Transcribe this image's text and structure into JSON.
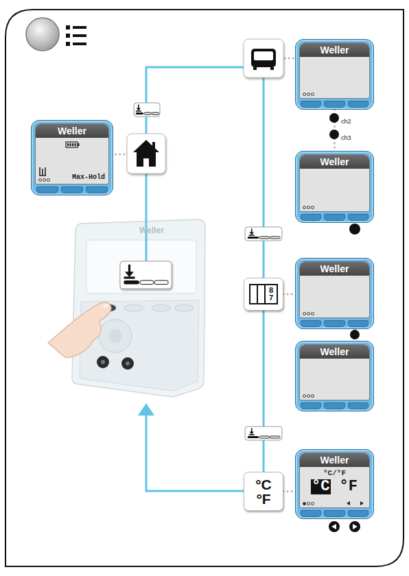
{
  "diagram": {
    "nodes": [
      {
        "text": [
          "Weller"
        ]
      },
      {
        "text": [
          "Weller",
          "Max-Hold"
        ]
      },
      {
        "text": [
          "Weller"
        ]
      },
      {
        "text": [
          "Weller"
        ]
      },
      {
        "text": [
          "8",
          "7"
        ]
      },
      {
        "text": [
          "Weller"
        ]
      },
      {
        "text": [
          "°C",
          "°F"
        ]
      },
      {
        "text": [
          "Weller",
          "°C/°F",
          "°C",
          "°F"
        ]
      }
    ],
    "edges": [
      {
        "from": 0,
        "to": 2,
        "arrow": "none"
      },
      {
        "from": 4,
        "to": 3,
        "arrow": "none"
      },
      {
        "from": 3,
        "to": 5,
        "arrow": "none"
      },
      {
        "from": 4,
        "to": 6,
        "arrow": "none"
      },
      {
        "from": 6,
        "to": 7,
        "arrow": "none"
      }
    ],
    "labels": [
      "ch2",
      "ch3",
      "Weller"
    ]
  }
}
